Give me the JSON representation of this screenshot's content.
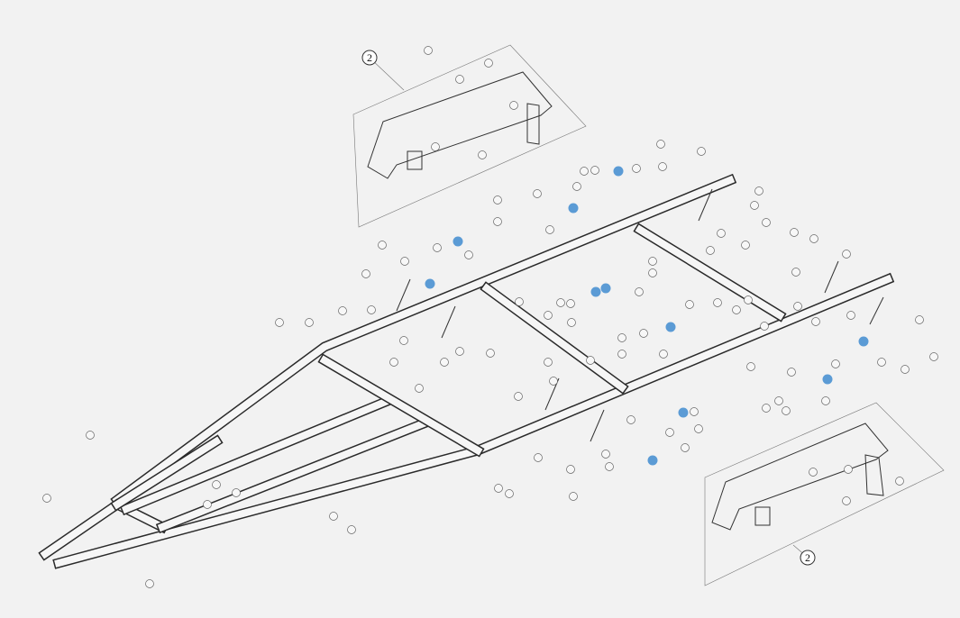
{
  "diagram": {
    "type": "exploded-assembly",
    "subassembly_callouts": [
      {
        "label": "2"
      },
      {
        "label": "2"
      }
    ],
    "colors": {
      "background": "#f2f2f2",
      "line": "#2a2a2a",
      "marker": "#5b9bd5"
    }
  }
}
